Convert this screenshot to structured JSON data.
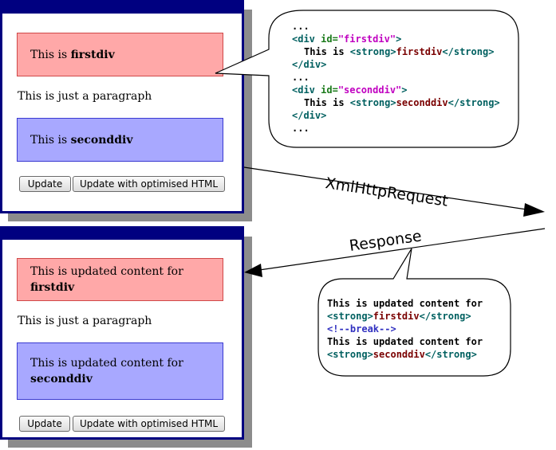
{
  "top_window": {
    "firstdiv_prefix": "This is ",
    "firstdiv_bold": "firstdiv",
    "paragraph": "This is just a paragraph",
    "seconddiv_prefix": "This is ",
    "seconddiv_bold": "seconddiv",
    "update_button": "Update",
    "update_optimised_button": "Update with optimised HTML"
  },
  "bottom_window": {
    "firstdiv_prefix": "This is updated content for ",
    "firstdiv_bold": "firstdiv",
    "paragraph": "This is just a paragraph",
    "seconddiv_prefix": "This is updated content for ",
    "seconddiv_bold": "seconddiv",
    "update_button": "Update",
    "update_optimised_button": "Update with optimised HTML"
  },
  "request_bubble": {
    "ellipsis": "...",
    "div1_open_tag": "<div",
    "div1_attr": " id=",
    "div1_val": "\"firstdiv\"",
    "div1_close_bracket": ">",
    "div1_text": "This is ",
    "strong_open": "<strong>",
    "div1_inner": "firstdiv",
    "strong_close": "</strong>",
    "div_close": "</div>",
    "div2_open_tag": "<div",
    "div2_attr": " id=",
    "div2_val": "\"seconddiv\"",
    "div2_close_bracket": ">",
    "div2_text": "This is ",
    "div2_inner": "seconddiv"
  },
  "response_bubble": {
    "line1": "This is updated content for",
    "strong_open": "<strong>",
    "inner1": "firstdiv",
    "strong_close": "</strong>",
    "break_comment": "<!--break-->",
    "line4": "This is updated content for",
    "inner2": "seconddiv"
  },
  "labels": {
    "request": "XmlHttpRequest",
    "response": "Response"
  }
}
